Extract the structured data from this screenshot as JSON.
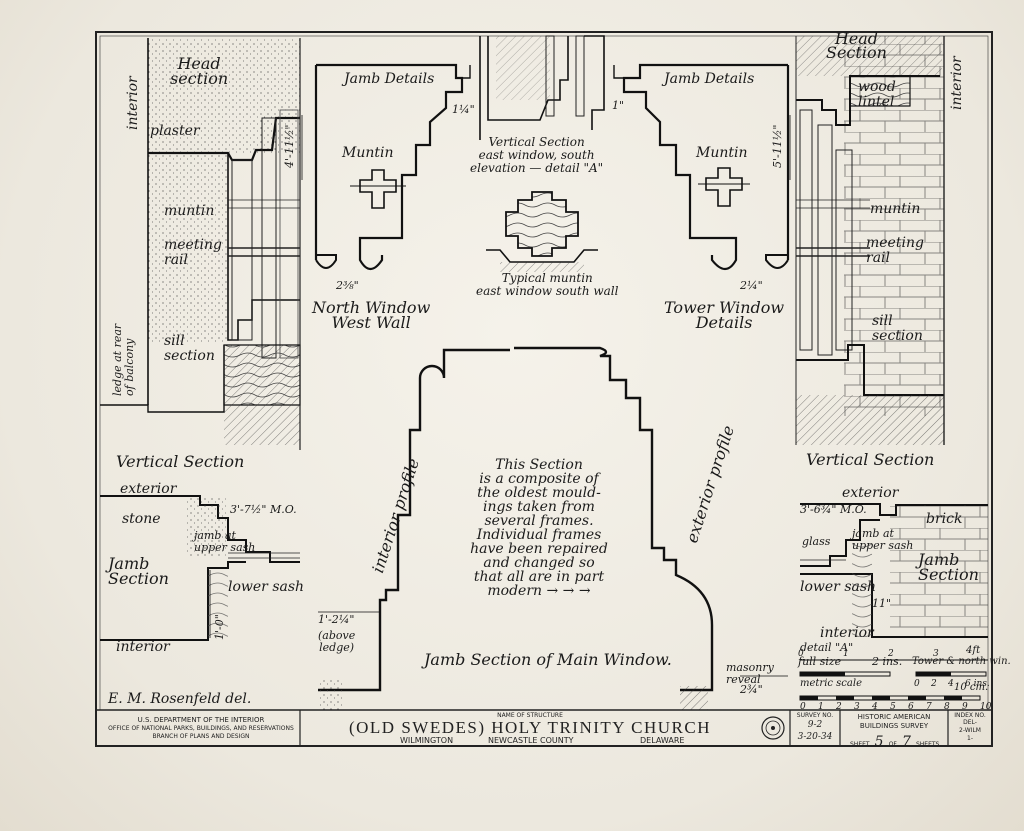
{
  "labels": {
    "head_section_left": "Head\nsection",
    "interior_left": "interior",
    "plaster": "plaster",
    "muntin_left": "muntin",
    "meeting_rail_left": "meeting\nrail",
    "sill_section_left": "sill\nsection",
    "ledge": "ledge at rear\nof balcony",
    "jamb_details_left": "Jamb Details",
    "jamb_details_right": "Jamb Details",
    "muntin_small_left": "Muntin",
    "muntin_small_right": "Muntin",
    "dim_4_11": "4'-11½\"",
    "dim_5_11": "5'-11½\"",
    "dim_quarter_left": "1¼\"",
    "dim_quarter_right": "1\"",
    "dim_2_3_8": "2⅜\"",
    "dim_2_1_4_right": "2¼\"",
    "vertical_section_east": "Vertical Section\neast window, south\nelevation — detail \"A\"",
    "typical_muntin": "Typical muntin\neast window south wall",
    "north_window": "North Window\nWest Wall",
    "tower_window": "Tower Window\nDetails",
    "head_section_right": "Head\nSection",
    "wood_lintel": "wood\nlintel",
    "interior_right": "interior",
    "muntin_right": "muntin",
    "meeting_rail_right": "meeting\nrail",
    "sill_section_right": "sill\nsection",
    "vertical_section_left": "Vertical Section",
    "vertical_section_right": "Vertical Section",
    "exterior_left": "exterior",
    "stone": "stone",
    "dim_3_7": "3'-7½\" M.O.",
    "jamb_at_upper_sash_left": "jamb at\nupper sash",
    "jamb_section_left": "Jamb\nSection",
    "lower_sash_left": "lower sash",
    "dim_1_0": "1'-0\"",
    "interior_bottom_left": "interior",
    "exterior_right": "exterior",
    "dim_3_6": "3'-6¾\" M.O.",
    "brick": "brick",
    "glass": "glass",
    "jamb_at_upper_sash_right": "jamb at\nupper sash",
    "jamb_section_right": "Jamb\nSection",
    "lower_sash_right": "lower sash",
    "dim_11": "11\"",
    "interior_bottom_right": "interior",
    "detail_a": "detail \"A\"",
    "interior_profile": "interior profile",
    "exterior_profile": "exterior profile",
    "center_note": "This Section\nis a composite of\nthe oldest mould-\nings taken from\nseveral frames.\nIndividual frames\nhave been repaired\nand changed so\nthat all are in part\nmodern → → →",
    "dim_1_2_1_4": "1'-2¼\"",
    "above_ledge": "(above\nledge)",
    "main_window": "Jamb Section of Main Window.",
    "masonry_reveal": "masonry\nreveal",
    "dim_2_3_4": "2¾\"",
    "delineator": "E. M. Rosenfeld del."
  },
  "scale": {
    "full_size": "full size",
    "two_ins": "2 ins.",
    "tower_north": "Tower & north win.",
    "four_ft": "4ft",
    "ticks_top": [
      "0",
      "1",
      "2",
      "3"
    ],
    "ticks_mid": [
      "0",
      "2",
      "4",
      "6 ins."
    ],
    "metric_scale": "metric scale",
    "ten_cm": "10 cm.",
    "metric_ticks": [
      "0",
      "1",
      "2",
      "3",
      "4",
      "5",
      "6",
      "7",
      "8",
      "9",
      "10"
    ]
  },
  "title_block": {
    "agency_1": "U.S. Department of the Interior",
    "agency_2": "Office of National Parks, Buildings, and Reservations",
    "agency_3": "Branch of Plans and Design",
    "name_of_structure": "Name of Structure",
    "title": "(OLD SWEDES) HOLY TRINITY CHURCH",
    "city": "Wilmington",
    "county": "Newcastle County",
    "state": "Delaware",
    "survey_no_label": "Survey No.",
    "survey_no": "9-2",
    "date": "3-20-34",
    "habs_1": "Historic American",
    "habs_2": "Buildings Survey",
    "sheet_label": "Sheet",
    "sheet_no": "5",
    "of_label": "of",
    "sheet_total": "7",
    "sheets_label": "Sheets",
    "index_label": "Index No.",
    "index_1": "DEL-",
    "index_2": "2-WILM",
    "index_3": "1-"
  }
}
